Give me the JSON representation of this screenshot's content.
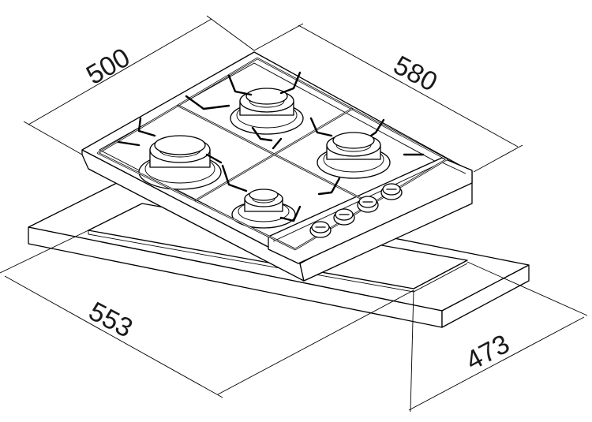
{
  "diagram": {
    "dimensions": {
      "hob_depth": "500",
      "hob_width": "580",
      "cutout_width": "553",
      "cutout_depth": "473"
    }
  }
}
